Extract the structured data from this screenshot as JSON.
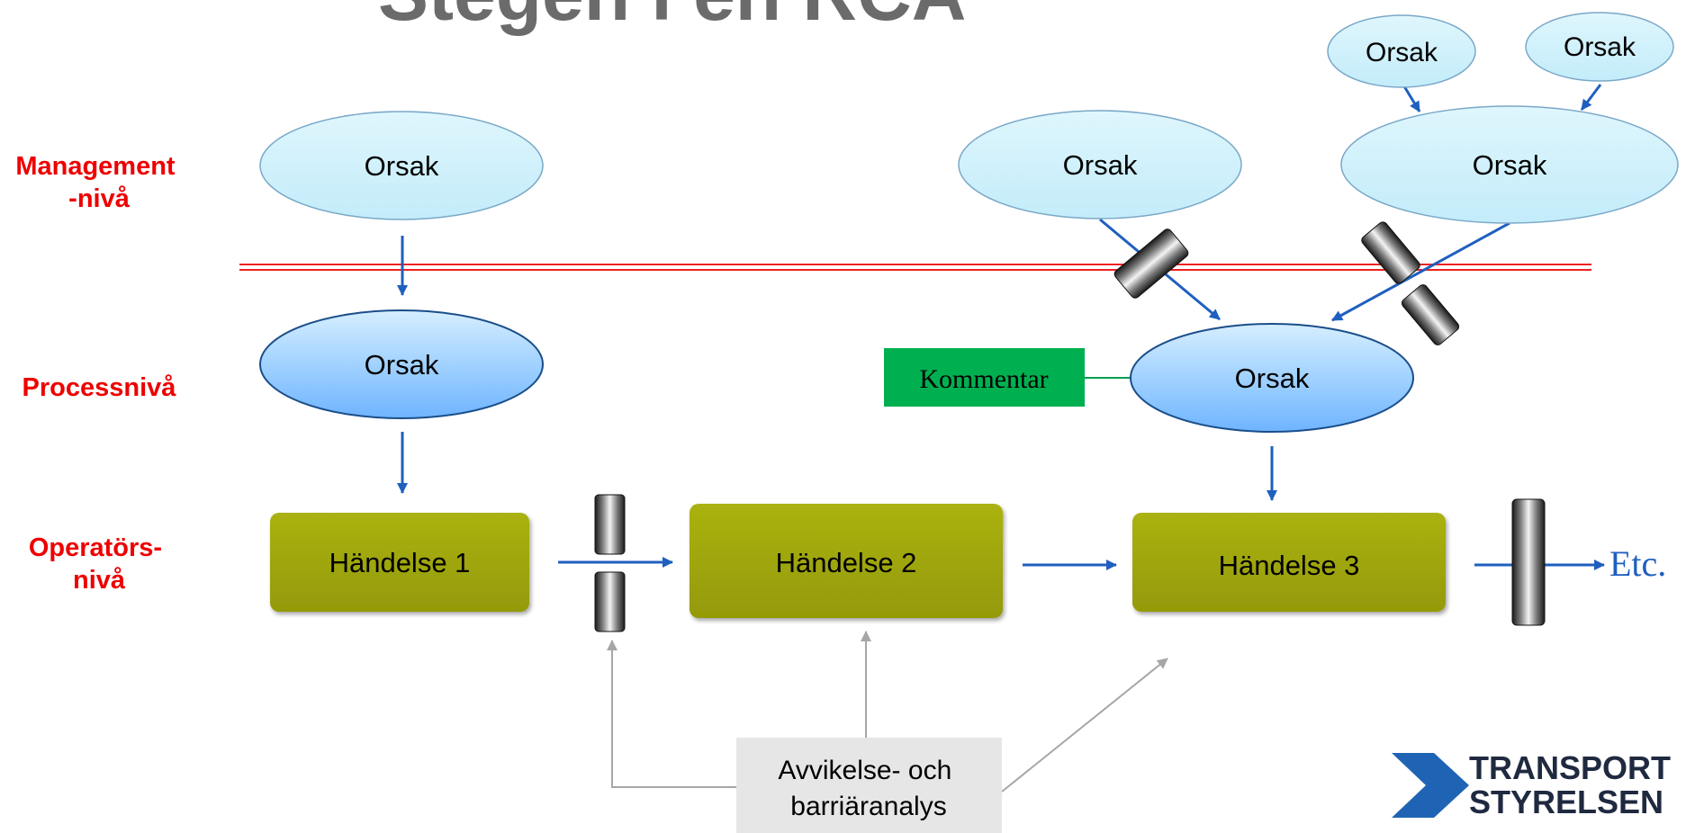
{
  "title": "Stegen i en RCA",
  "levels": {
    "management": "Management\n-nivå",
    "process": "Processnivå",
    "operator": "Operatörs-\nnivå"
  },
  "nodes": {
    "cause_management_1": "Orsak",
    "cause_management_2": "Orsak",
    "cause_management_3": "Orsak",
    "cause_top_1": "Orsak",
    "cause_top_2": "Orsak",
    "cause_process_1": "Orsak",
    "cause_process_2": "Orsak",
    "event_1": "Händelse 1",
    "event_2": "Händelse 2",
    "event_3": "Händelse 3",
    "comment": "Kommentar",
    "etc": "Etc.",
    "analysis": "Avvikelse- och\nbarriäranalys"
  },
  "logo": {
    "line1": "TRANSPORT",
    "line2": "STYRELSEN"
  },
  "colors": {
    "level_label": "#ee0000",
    "event_fill": "#9aa008",
    "comment_fill": "#00b050",
    "arrow": "#1f5fbf",
    "boundary_line": "#ee2222",
    "light_ellipse": "#ccf0fb",
    "logo_blue": "#1f64b4",
    "logo_text": "#1f2a40"
  }
}
